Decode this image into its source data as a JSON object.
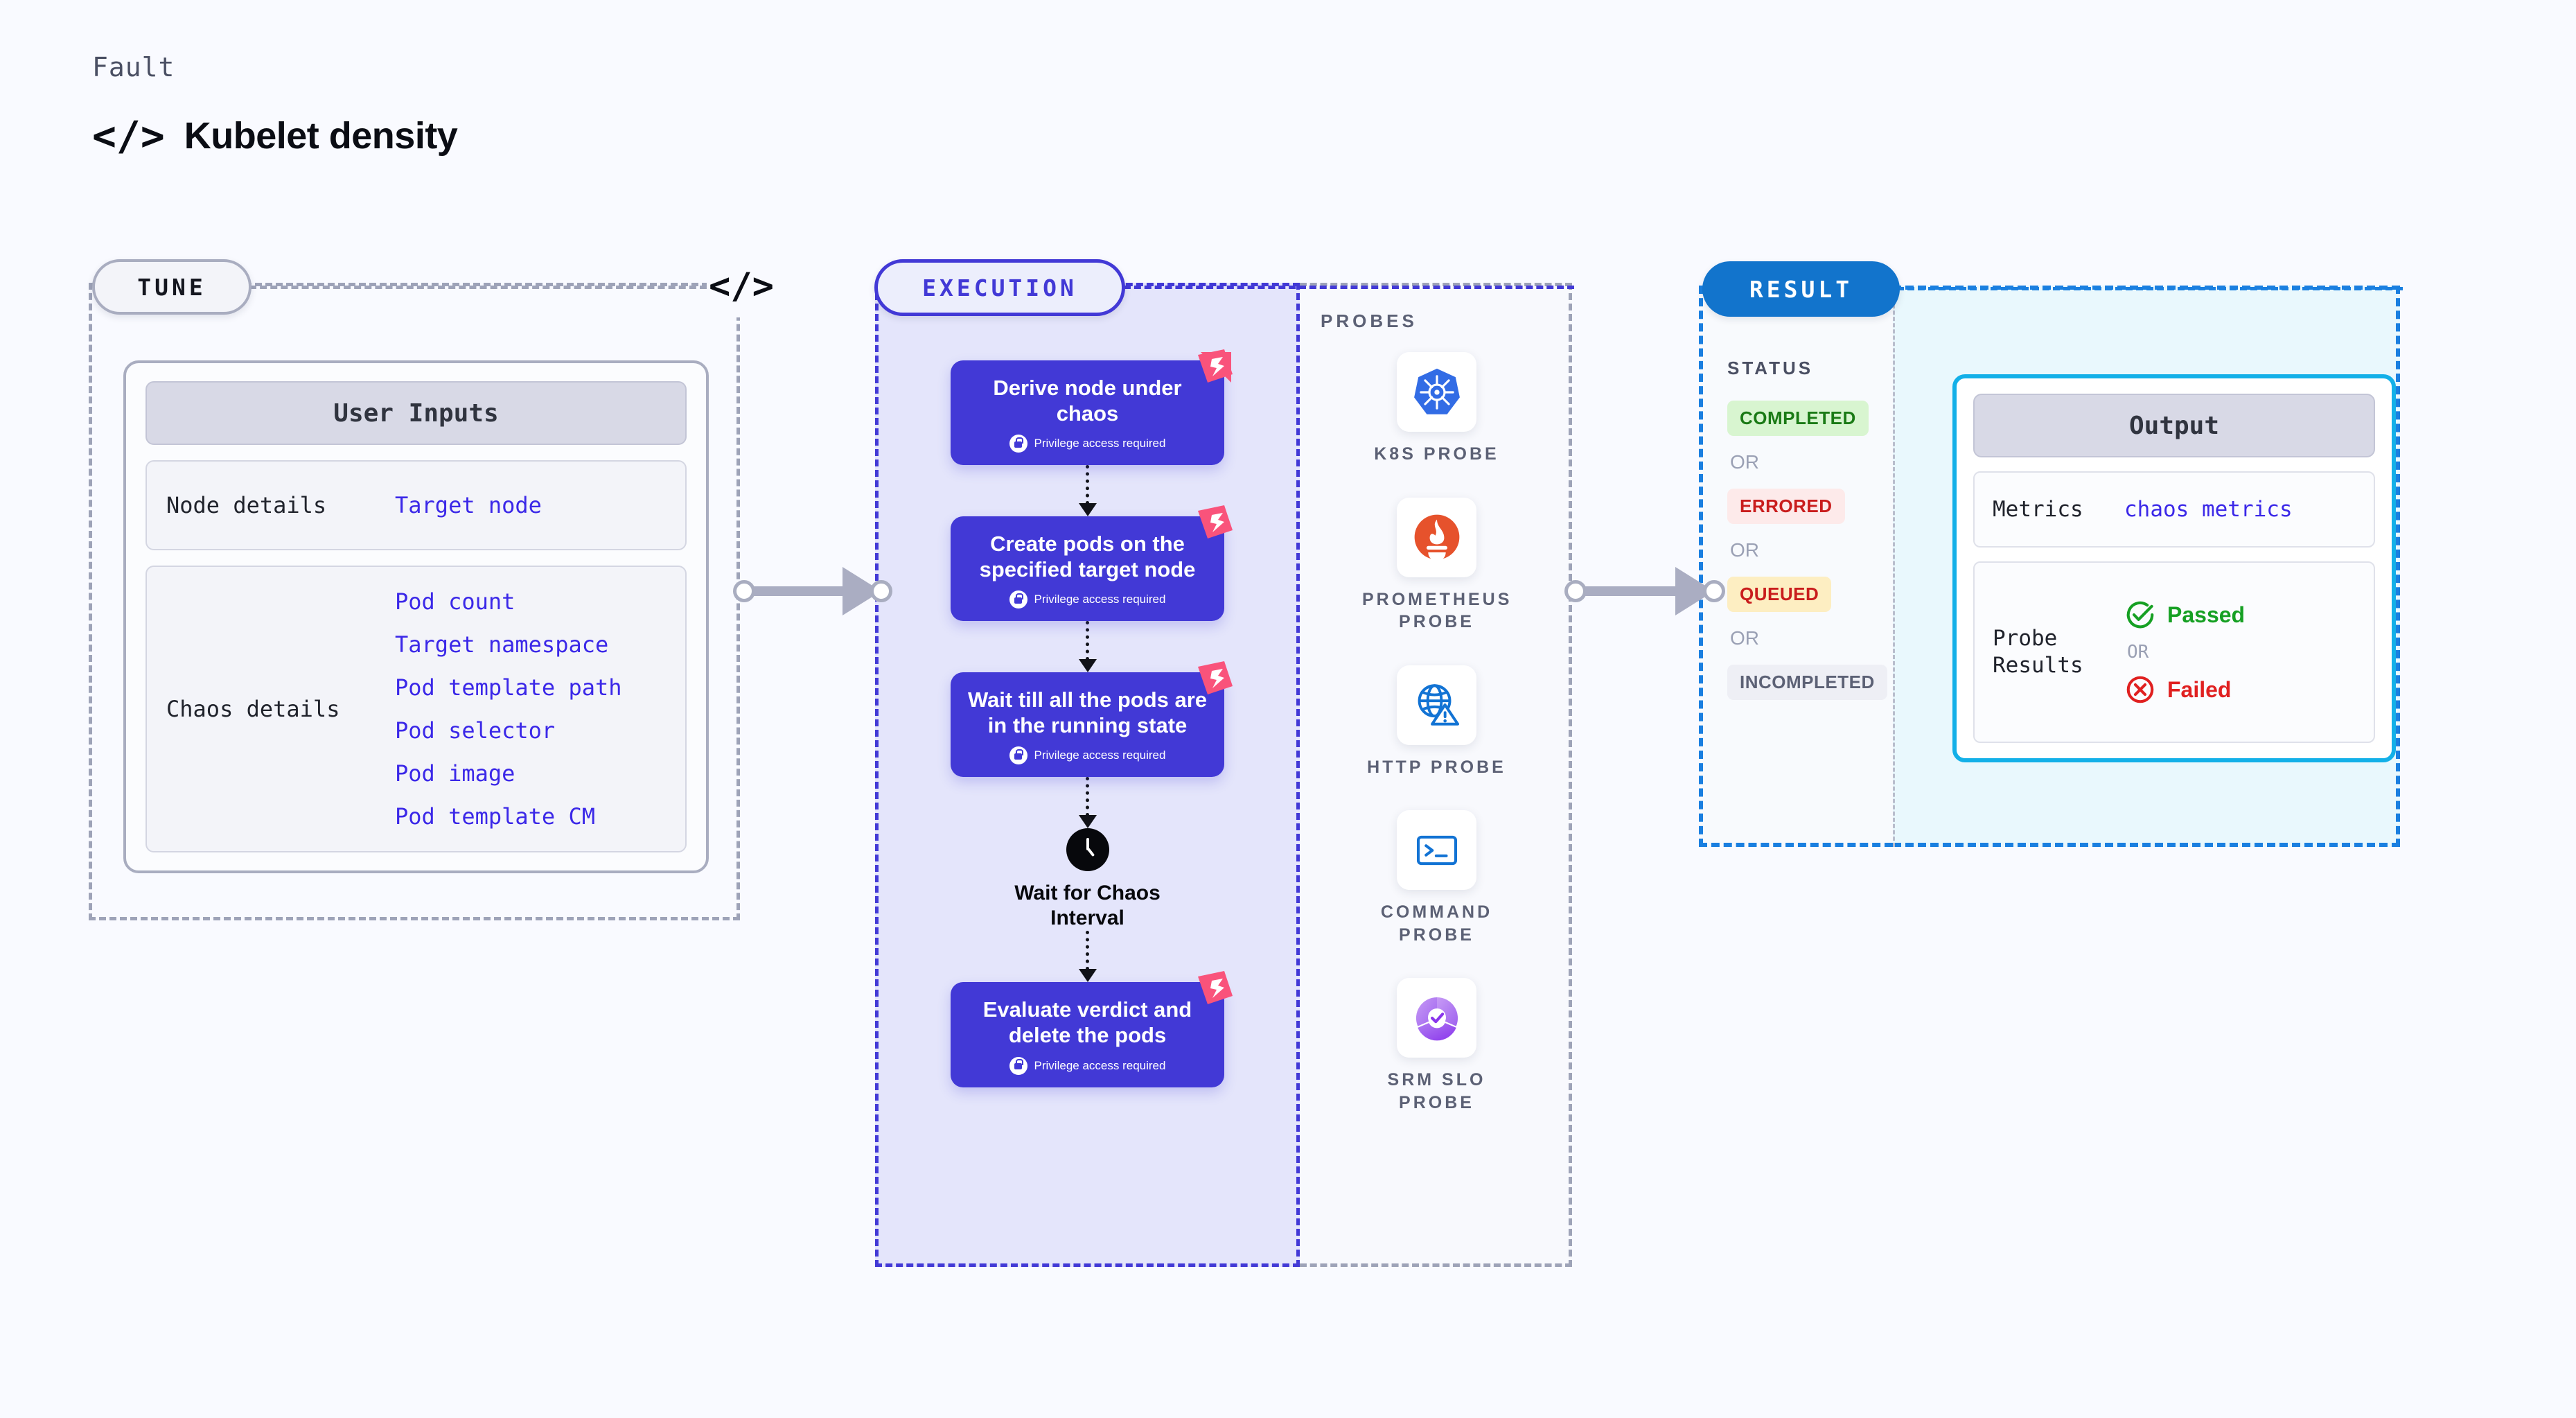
{
  "header": {
    "eyebrow": "Fault",
    "code_icon_glyph": "</>",
    "title": "Kubelet density"
  },
  "connector_icon": "</>",
  "stages": {
    "tune": {
      "label": "TUNE"
    },
    "execution": {
      "label": "EXECUTION"
    },
    "result": {
      "label": "RESULT"
    }
  },
  "tune": {
    "card_title": "User Inputs",
    "groups": [
      {
        "key": "Node details",
        "values": [
          "Target node"
        ]
      },
      {
        "key": "Chaos details",
        "values": [
          "Pod count",
          "Target namespace",
          "Pod template path",
          "Pod selector",
          "Pod image",
          "Pod template CM"
        ]
      }
    ]
  },
  "execution": {
    "steps": [
      {
        "title": "Derive node under chaos",
        "note": "Privilege access required",
        "badge": "harness-logo"
      },
      {
        "title": "Create pods on the specified target node",
        "note": "Privilege access required",
        "badge": "harness-logo"
      },
      {
        "title": "Wait till all the pods are in the running state",
        "note": "Privilege access required",
        "badge": "harness-logo"
      }
    ],
    "wait": {
      "icon": "clock-icon",
      "label": "Wait for Chaos Interval"
    },
    "final_step": {
      "title": "Evaluate verdict and delete the pods",
      "note": "Privilege access required",
      "badge": "harness-logo"
    }
  },
  "probes": {
    "title": "PROBES",
    "items": [
      {
        "label": "K8S PROBE",
        "icon": "kubernetes-icon"
      },
      {
        "label": "PROMETHEUS PROBE",
        "icon": "prometheus-icon"
      },
      {
        "label": "HTTP PROBE",
        "icon": "http-globe-warning-icon"
      },
      {
        "label": "COMMAND PROBE",
        "icon": "terminal-icon"
      },
      {
        "label": "SRM SLO PROBE",
        "icon": "srm-slo-gauge-icon"
      }
    ]
  },
  "result": {
    "status_title": "STATUS",
    "or_label": "OR",
    "statuses": [
      {
        "label": "COMPLETED",
        "style": "b-completed"
      },
      {
        "label": "ERRORED",
        "style": "b-errored"
      },
      {
        "label": "QUEUED",
        "style": "b-queued"
      },
      {
        "label": "INCOMPLETED",
        "style": "b-incomplete"
      }
    ],
    "output": {
      "card_title": "Output",
      "metrics_key": "Metrics",
      "metrics_value": "chaos metrics",
      "probe_key": "Probe Results",
      "passed_label": "Passed",
      "failed_label": "Failed",
      "or_label": "OR"
    }
  },
  "colors": {
    "page_bg": "#f9faff",
    "accent_purple": "#4239d6",
    "accent_blue": "#1274cc",
    "accent_cyan": "#13b0e8",
    "link_blue": "#3b28e8",
    "harness_pink": "#f9537b",
    "pass_green": "#16a023",
    "fail_red": "#e02020"
  }
}
